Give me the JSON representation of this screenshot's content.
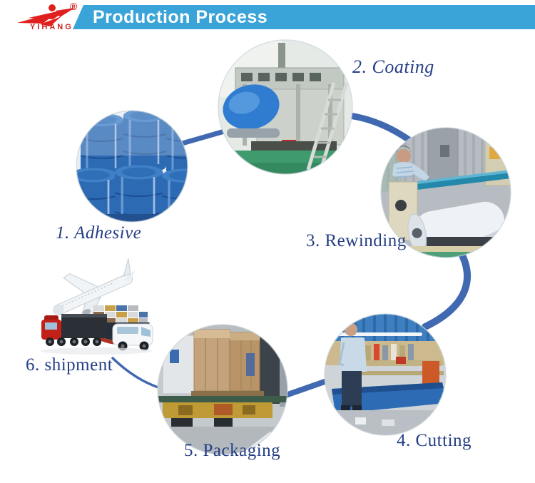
{
  "header": {
    "logo_text": "YIHANG",
    "registered_mark": "®",
    "banner_title": "Production Process",
    "banner_color": "#3aa4d9",
    "logo_color": "#cc2222"
  },
  "diagram": {
    "arc_color": "#4169b2",
    "label_color": "#243e86",
    "steps": [
      {
        "id": 1,
        "name": "adhesive",
        "label": "1. Adhesive",
        "photo": "blue adhesive drums"
      },
      {
        "id": 2,
        "name": "coating",
        "label": "2. Coating",
        "photo": "coating machine with blue film rolls"
      },
      {
        "id": 3,
        "name": "rewinding",
        "label": "3. Rewinding",
        "photo": "rewinding machine with white roll"
      },
      {
        "id": 4,
        "name": "cutting",
        "label": "4. Cutting",
        "photo": "worker at blue cutting machine"
      },
      {
        "id": 5,
        "name": "packaging",
        "label": "5. Packaging",
        "photo": "packed boxes loaded on truck trailer"
      },
      {
        "id": 6,
        "name": "shipment",
        "label": "6. shipment",
        "photo": "airplane, truck, container ship and van"
      }
    ]
  }
}
